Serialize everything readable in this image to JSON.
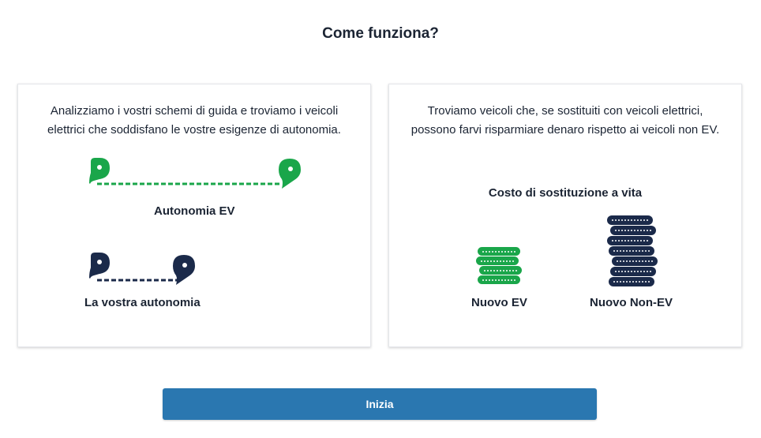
{
  "page": {
    "title": "Come funziona?"
  },
  "range_card": {
    "description": "Analizziamo i vostri schemi di guida e troviamo i veicoli elettrici che soddisfano le vostre esigenze di autonomia.",
    "ev_range_label": "Autonomia EV",
    "your_range_label": "La vostra autonomia",
    "ev_color": "#1aa64a",
    "your_color": "#1b2a4a"
  },
  "savings_card": {
    "description": "Troviamo veicoli che, se sostituiti con veicoli elettrici, possono farvi risparmiare denaro rispetto ai veicoli non EV.",
    "subtitle": "Costo di sostituzione a vita",
    "new_ev_label": "Nuovo EV",
    "new_non_ev_label": "Nuovo Non-EV",
    "ev_color": "#1aa64a",
    "non_ev_color": "#1b2a4a"
  },
  "footer": {
    "start_label": "Inizia",
    "button_color": "#2a77b0"
  }
}
